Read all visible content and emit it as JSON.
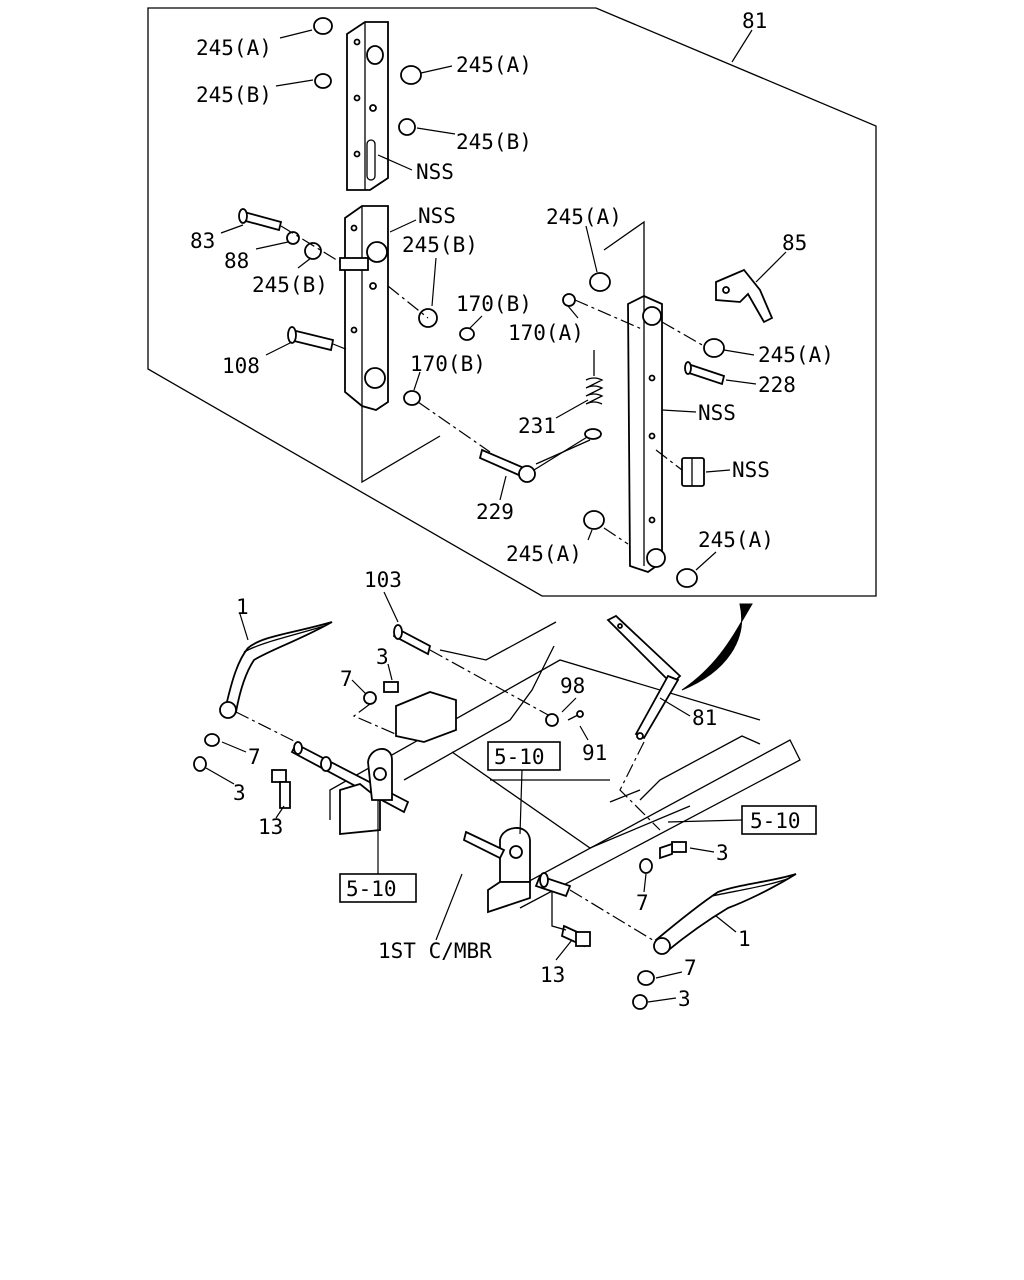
{
  "labels": {
    "inset_ref": "81",
    "p245a_1": "245(A)",
    "p245b_1": "245(B)",
    "p245a_2": "245(A)",
    "p245b_2": "245(B)",
    "nss_1": "NSS",
    "nss_2": "NSS",
    "p83": "83",
    "p88": "88",
    "p245b_3": "245(B)",
    "p245b_4": "245(B)",
    "p170b_1": "170(B)",
    "p170a": "170(A)",
    "p108": "108",
    "p170b_2": "170(B)",
    "p245a_3": "245(A)",
    "p85": "85",
    "p245a_4": "245(A)",
    "p228": "228",
    "p231": "231",
    "nss_3": "NSS",
    "nss_4": "NSS",
    "p229": "229",
    "p245a_5": "245(A)",
    "p245a_6": "245(A)",
    "p103": "103",
    "p1_left": "1",
    "p3_a": "3",
    "p7_a": "7",
    "p98": "98",
    "p91": "91",
    "p81_main": "81",
    "p7_b": "7",
    "p3_b": "3",
    "p13_left": "13",
    "ref510_a": "5-10",
    "ref510_b": "5-10",
    "ref510_c": "5-10",
    "p3_c": "3",
    "p7_c": "7",
    "p1_right": "1",
    "p7_d": "7",
    "p3_d": "3",
    "p13_right": "13",
    "first_cross_member": "1ST C/MBR"
  }
}
